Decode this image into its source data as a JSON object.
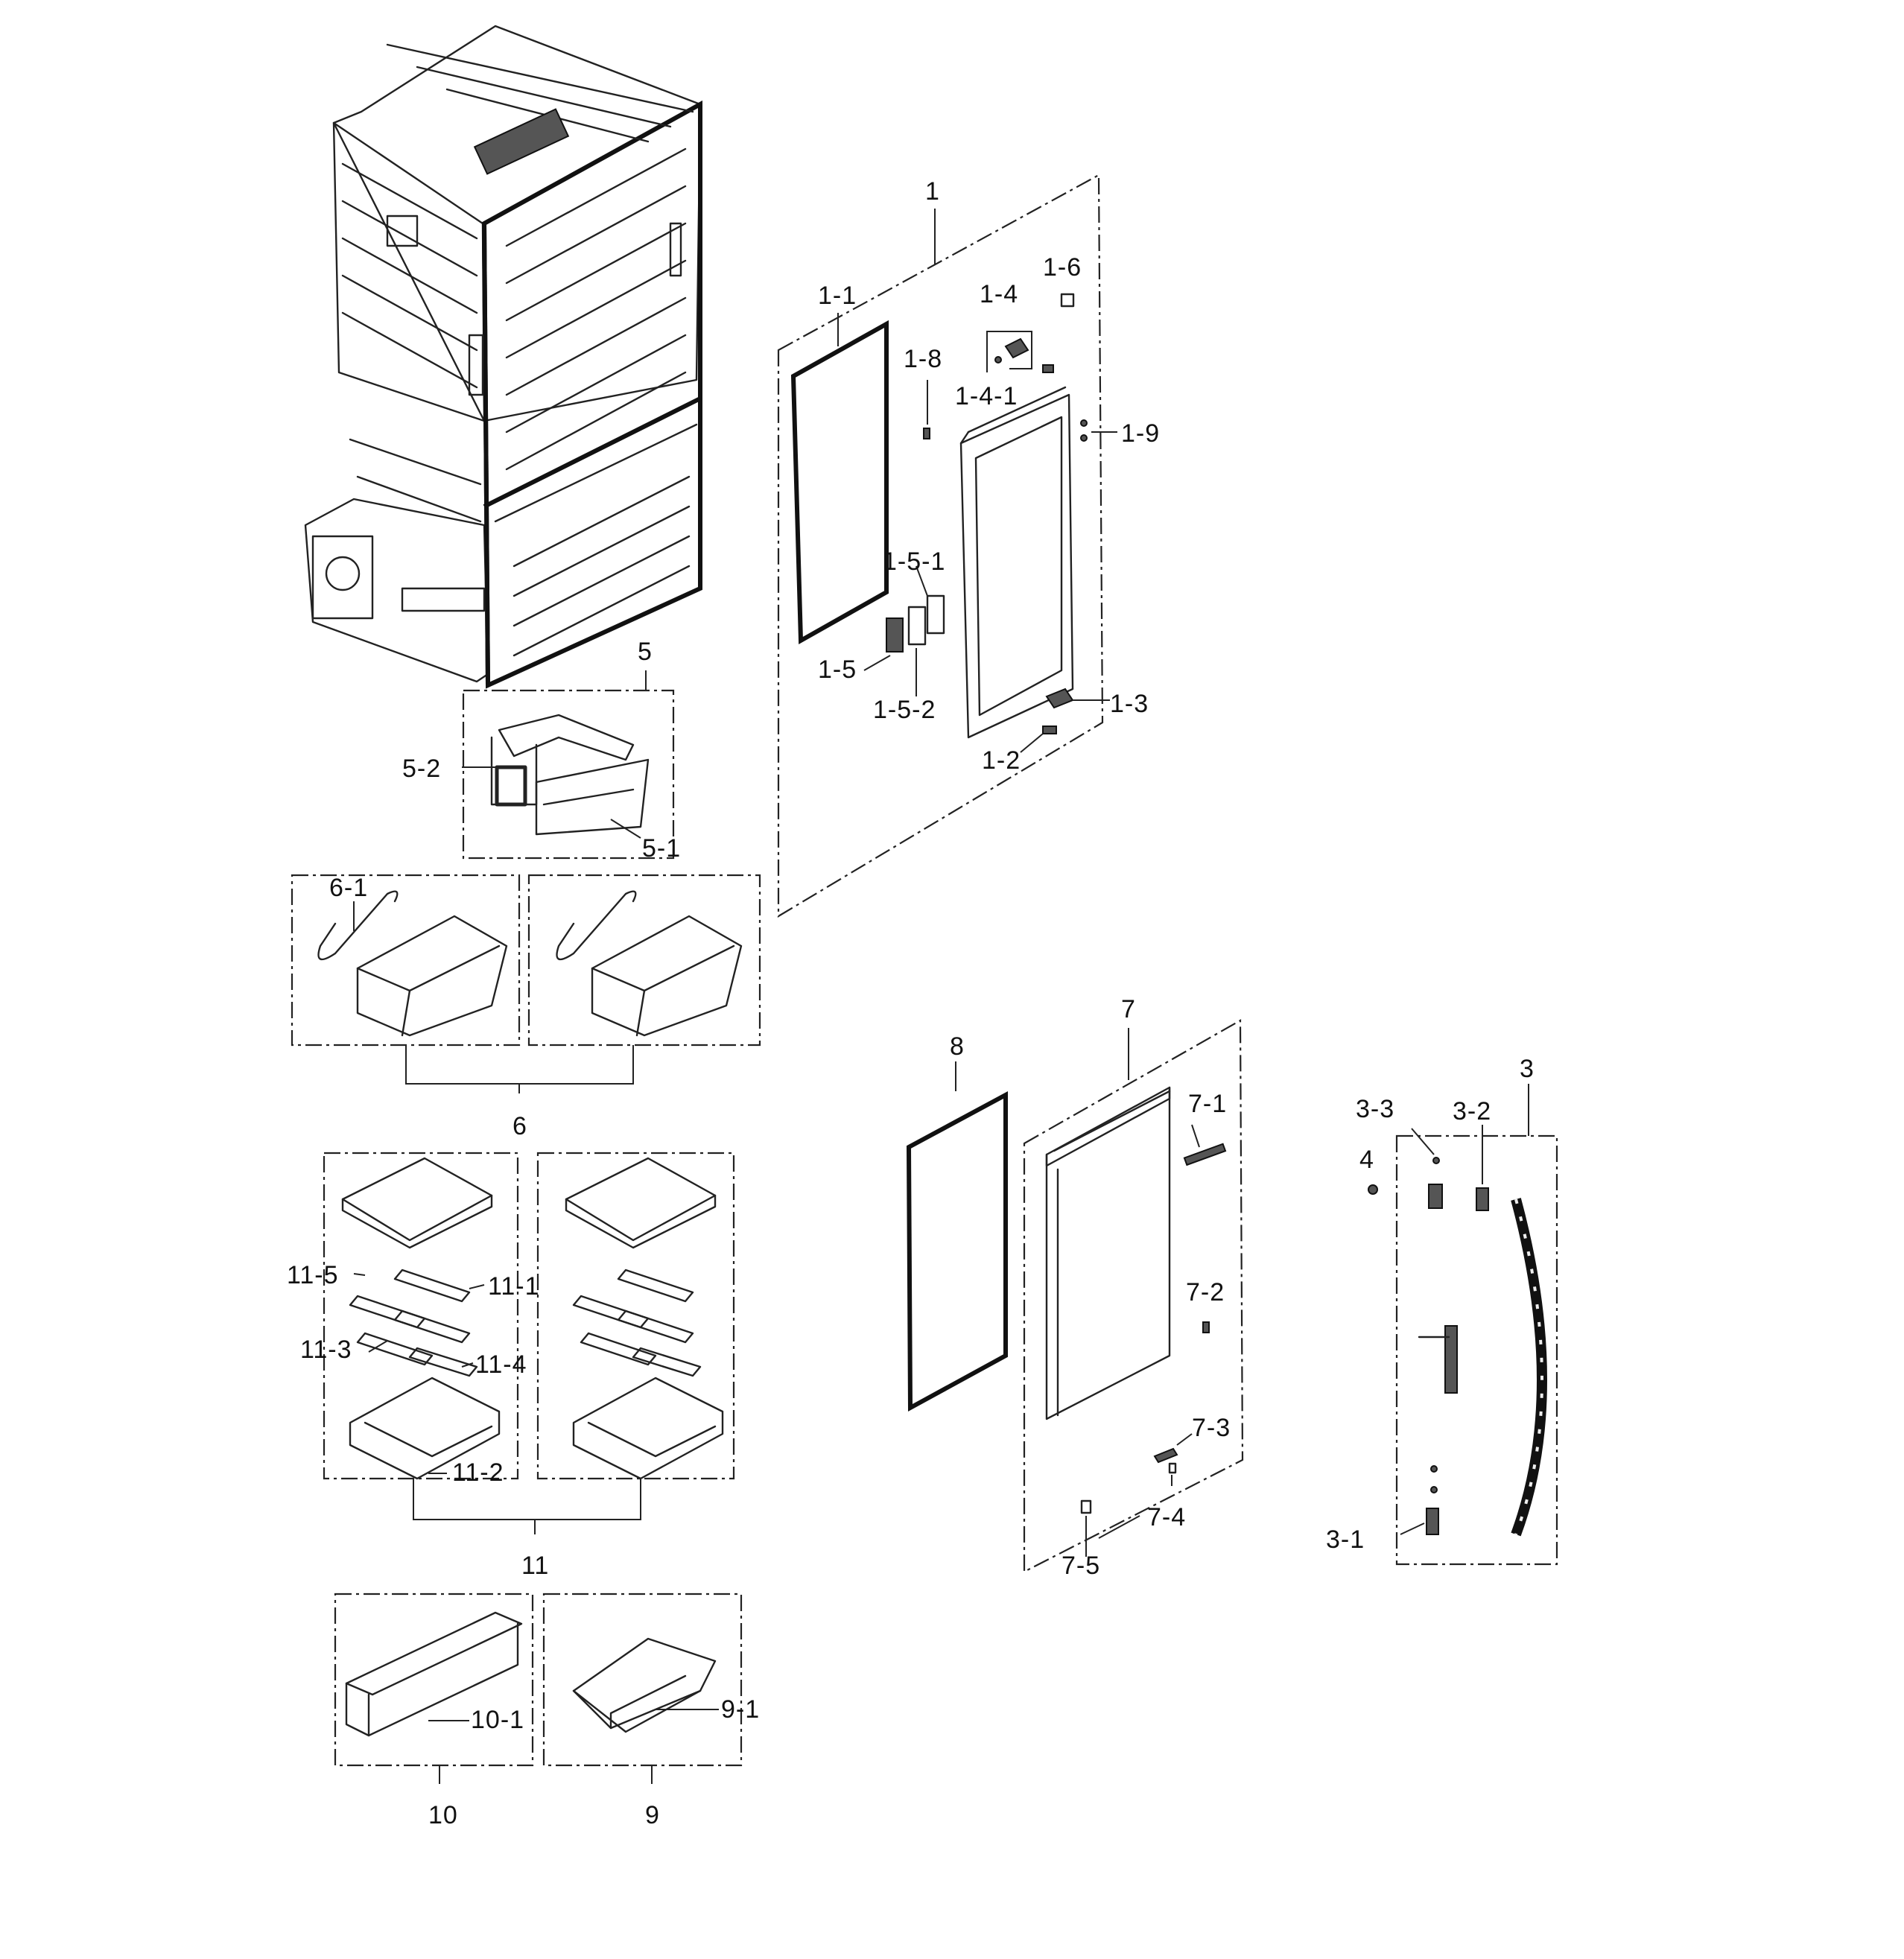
{
  "callouts": {
    "c1": "1",
    "c1_1": "1-1",
    "c1_2": "1-2",
    "c1_3": "1-3",
    "c1_4": "1-4",
    "c1_4_1": "1-4-1",
    "c1_5": "1-5",
    "c1_5_1": "1-5-1",
    "c1_5_2": "1-5-2",
    "c1_6": "1-6",
    "c1_8": "1-8",
    "c1_9": "1-9",
    "c3": "3",
    "c3_1": "3-1",
    "c3_2": "3-2",
    "c3_3": "3-3",
    "c4": "4",
    "c5": "5",
    "c5_1": "5-1",
    "c5_2": "5-2",
    "c6": "6",
    "c6_1": "6-1",
    "c7": "7",
    "c7_1": "7-1",
    "c7_2": "7-2",
    "c7_3": "7-3",
    "c7_4": "7-4",
    "c7_5": "7-5",
    "c8": "8",
    "c9": "9",
    "c9_1": "9-1",
    "c10": "10",
    "c10_1": "10-1",
    "c11": "11",
    "c11_1": "11-1",
    "c11_2": "11-2",
    "c11_3": "11-3",
    "c11_4": "11-4",
    "c11_5": "11-5"
  }
}
